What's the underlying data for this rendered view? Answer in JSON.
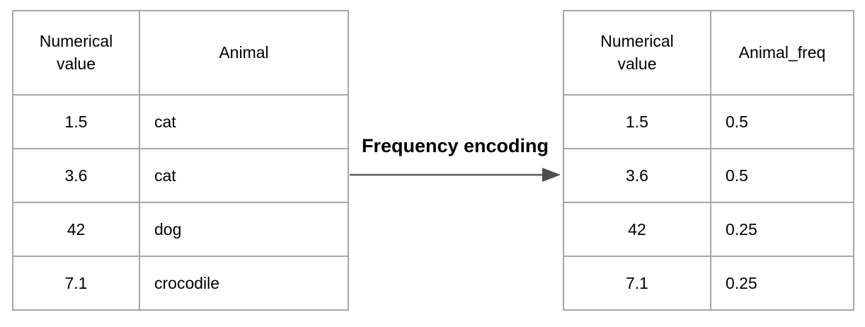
{
  "diagram": {
    "arrow_label": "Frequency encoding"
  },
  "left_table": {
    "headers": [
      "Numerical value",
      "Animal"
    ],
    "rows": [
      [
        "1.5",
        "cat"
      ],
      [
        "3.6",
        "cat"
      ],
      [
        "42",
        "dog"
      ],
      [
        "7.1",
        "crocodile"
      ]
    ]
  },
  "right_table": {
    "headers": [
      "Numerical value",
      "Animal_freq"
    ],
    "rows": [
      [
        "1.5",
        "0.5"
      ],
      [
        "3.6",
        "0.5"
      ],
      [
        "42",
        "0.25"
      ],
      [
        "7.1",
        "0.25"
      ]
    ]
  },
  "colors": {
    "table_border": "#a6a6a6",
    "arrow_line": "#595959",
    "arrow_head": "#4d4d4d",
    "text": "#000000",
    "background": "#ffffff"
  }
}
